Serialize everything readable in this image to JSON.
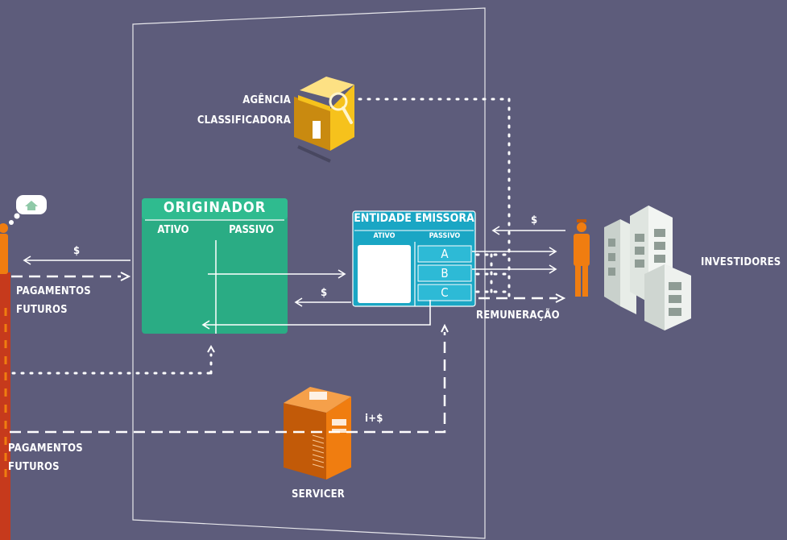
{
  "labels": {
    "agencia_line1": "AGÊNCIA",
    "agencia_line2": "CLASSIFICADORA",
    "originador": "ORIGINADOR",
    "originador_ativo": "ATIVO",
    "originador_passivo": "PASSIVO",
    "entidade": "ENTIDADE EMISSORA",
    "entidade_ativo": "ATIVO",
    "entidade_passivo": "PASSIVO",
    "tranche_a": "A",
    "tranche_b": "B",
    "tranche_c": "C",
    "investidores": "INVESTIDORES",
    "remuneracao": "REMUNERAÇÃO",
    "servicer": "SERVICER",
    "pagamentos_top_1": "PAGAMENTOS",
    "pagamentos_top_2": "FUTUROS",
    "pagamentos_bottom_1": "PAGAMENTOS",
    "pagamentos_bottom_2": "FUTUROS",
    "dollar_left": "$",
    "dollar_mid": "$",
    "dollar_right": "$",
    "i_plus_dollar": "i+$"
  },
  "colors": {
    "background": "#5d5c7b",
    "originador_green": "#2aac84",
    "entidade_teal": "#1aa6c4",
    "orange": "#f07d10",
    "yellow": "#f6c21c",
    "building_pale": "#dfe5e0",
    "red": "#c63a1c"
  },
  "icons": {
    "person": "person-icon",
    "house": "house-bubble-icon",
    "agency": "agency-building-icon",
    "magnifier": "magnifier-icon",
    "servicer": "server-tower-icon",
    "investor": "investor-person-icon",
    "buildings": "office-buildings-icon"
  }
}
